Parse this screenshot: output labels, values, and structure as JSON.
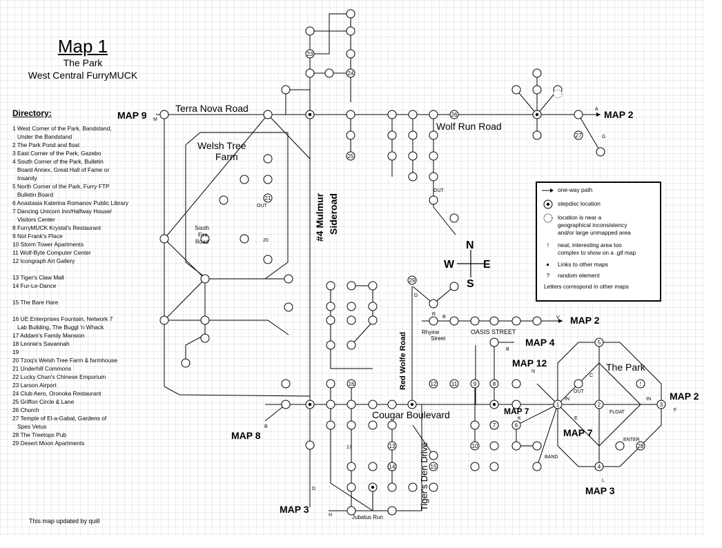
{
  "title": {
    "main": "Map 1",
    "sub1": "The Park",
    "sub2": "West Central FurryMUCK"
  },
  "directory": {
    "heading": "Directory:",
    "items": [
      "1 West Corner of the Park, Bandstand,",
      "   Under the Bandstand",
      "2 The Park Pond and float",
      "3 East Corner of the Park, Gazebo",
      "4 South Corner of the Park, Bulletin",
      "   Board Annex, Great Hall of Fame or",
      "   Insanity",
      "5 North Corner of the Park, Furry FTP",
      "   Bulletin Board",
      "6 Anastasia Katerina Romanov Public Library",
      "7 Dancing Unicorn Inn/Halfway House/",
      "   Visitors Center",
      "8 FurryMUCK Krystal's Restaurant",
      "9 Not Frank's Place",
      "10 Storm Tower Apartments",
      "11 Wolf-Byte Computer Center",
      "12 Icongraph Art Gallery"
    ],
    "items2": [
      "13 Tiger's Claw Mall",
      "14 Fur-Le-Dance"
    ],
    "items3": [
      "15 The Bare Hare"
    ],
    "items4": [
      "16 UE Enterprises Fountain, Network 7",
      "   Lab Building, The Buggl 'n Whack",
      "17 Addam's Family Mansion",
      "18 Leonie's Savannah",
      "19",
      "20 Tzoq's Welsh Tree Farm & farmhouse",
      "21 Underhill Commons",
      "22 Lucky Chan's Chinese Emporium",
      "23 Larson Airport",
      "24 Club Aero, Oronoka Restaurant",
      "25 Griffon Circle & Lane",
      "26 Church",
      "27 Temple of El-a-Gabal, Gardens of",
      "   Spes Vetus",
      "28 The Treetops Pub",
      "29 Desert Moon Apartments"
    ]
  },
  "legend": {
    "oneway": "one-way path",
    "stepdisc": "stepdisc location",
    "inconsistency1": "location is near a",
    "inconsistency2": "geographical inconsistency",
    "inconsistency3": "and/or large unmapped area",
    "neat1": "neat, interesting area too",
    "neat2": "complex to show on a .gif map",
    "neat_sym": "!",
    "links": "Links to other maps",
    "random": "random element",
    "random_sym": "?",
    "letters": "Letters correspond in other maps"
  },
  "compass": {
    "n": "N",
    "s": "S",
    "e": "E",
    "w": "W"
  },
  "streets": {
    "terra_nova": "Terra Nova Road",
    "wolf_run": "Wolf Run Road",
    "mulmur1": "#4 Mulmur",
    "mulmur2": "Sideroad",
    "red_wolfe": "Red Wolfe Road",
    "cougar": "Cougar Boulevard",
    "tigers_den": "Tiger's Den Drive",
    "oasis": "OASIS STREET",
    "rhyme1": "Rhyme",
    "rhyme2": "Street",
    "jubatus": "Jubatus Run",
    "south_fire1": "South",
    "south_fire2": "Fire",
    "south_fire3": "Road",
    "welsh1": "Welsh Tree",
    "welsh2": "Farm",
    "the_park": "The Park"
  },
  "map_links": {
    "map9": "MAP 9",
    "map2_top": "MAP 2",
    "map2_oasis": "MAP 2",
    "map2_right": "MAP 2",
    "map4": "MAP 4",
    "map12": "MAP 12",
    "map7_a": "MAP 7",
    "map7_b": "MAP 7",
    "map8": "MAP 8",
    "map3_left": "MAP 3",
    "map3_bottom": "MAP 3"
  },
  "updated": "This map updated by quill"
}
